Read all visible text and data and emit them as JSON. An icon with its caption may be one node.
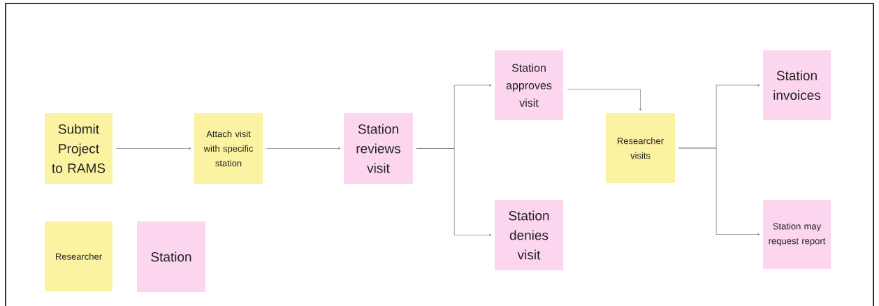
{
  "diagram": {
    "nodes": [
      {
        "text": [
          "Submit Project to RAMS"
        ]
      },
      {
        "text": [
          "Attach visit with specific station"
        ]
      },
      {
        "text": [
          "Station reviews visit"
        ]
      },
      {
        "text": [
          "Station approves visit"
        ]
      },
      {
        "text": [
          "Station denies visit"
        ]
      },
      {
        "text": [
          "Researcher visits"
        ]
      },
      {
        "text": [
          "Station invoices"
        ]
      },
      {
        "text": [
          "Station may request report"
        ]
      }
    ],
    "edges": [
      {
        "from": 0,
        "to": 1,
        "arrow": "to"
      },
      {
        "from": 1,
        "to": 2,
        "arrow": "to"
      },
      {
        "from": 2,
        "to": 3,
        "arrow": "to"
      },
      {
        "from": 2,
        "to": 4,
        "arrow": "to"
      },
      {
        "from": 3,
        "to": 5,
        "arrow": "to"
      },
      {
        "from": 5,
        "to": 6,
        "arrow": "to"
      },
      {
        "from": 5,
        "to": 7,
        "arrow": "to"
      }
    ],
    "legend": [
      {
        "text": "Researcher",
        "color": "#fcf3a2"
      },
      {
        "text": "Station",
        "color": "#fcd6ee"
      }
    ]
  }
}
